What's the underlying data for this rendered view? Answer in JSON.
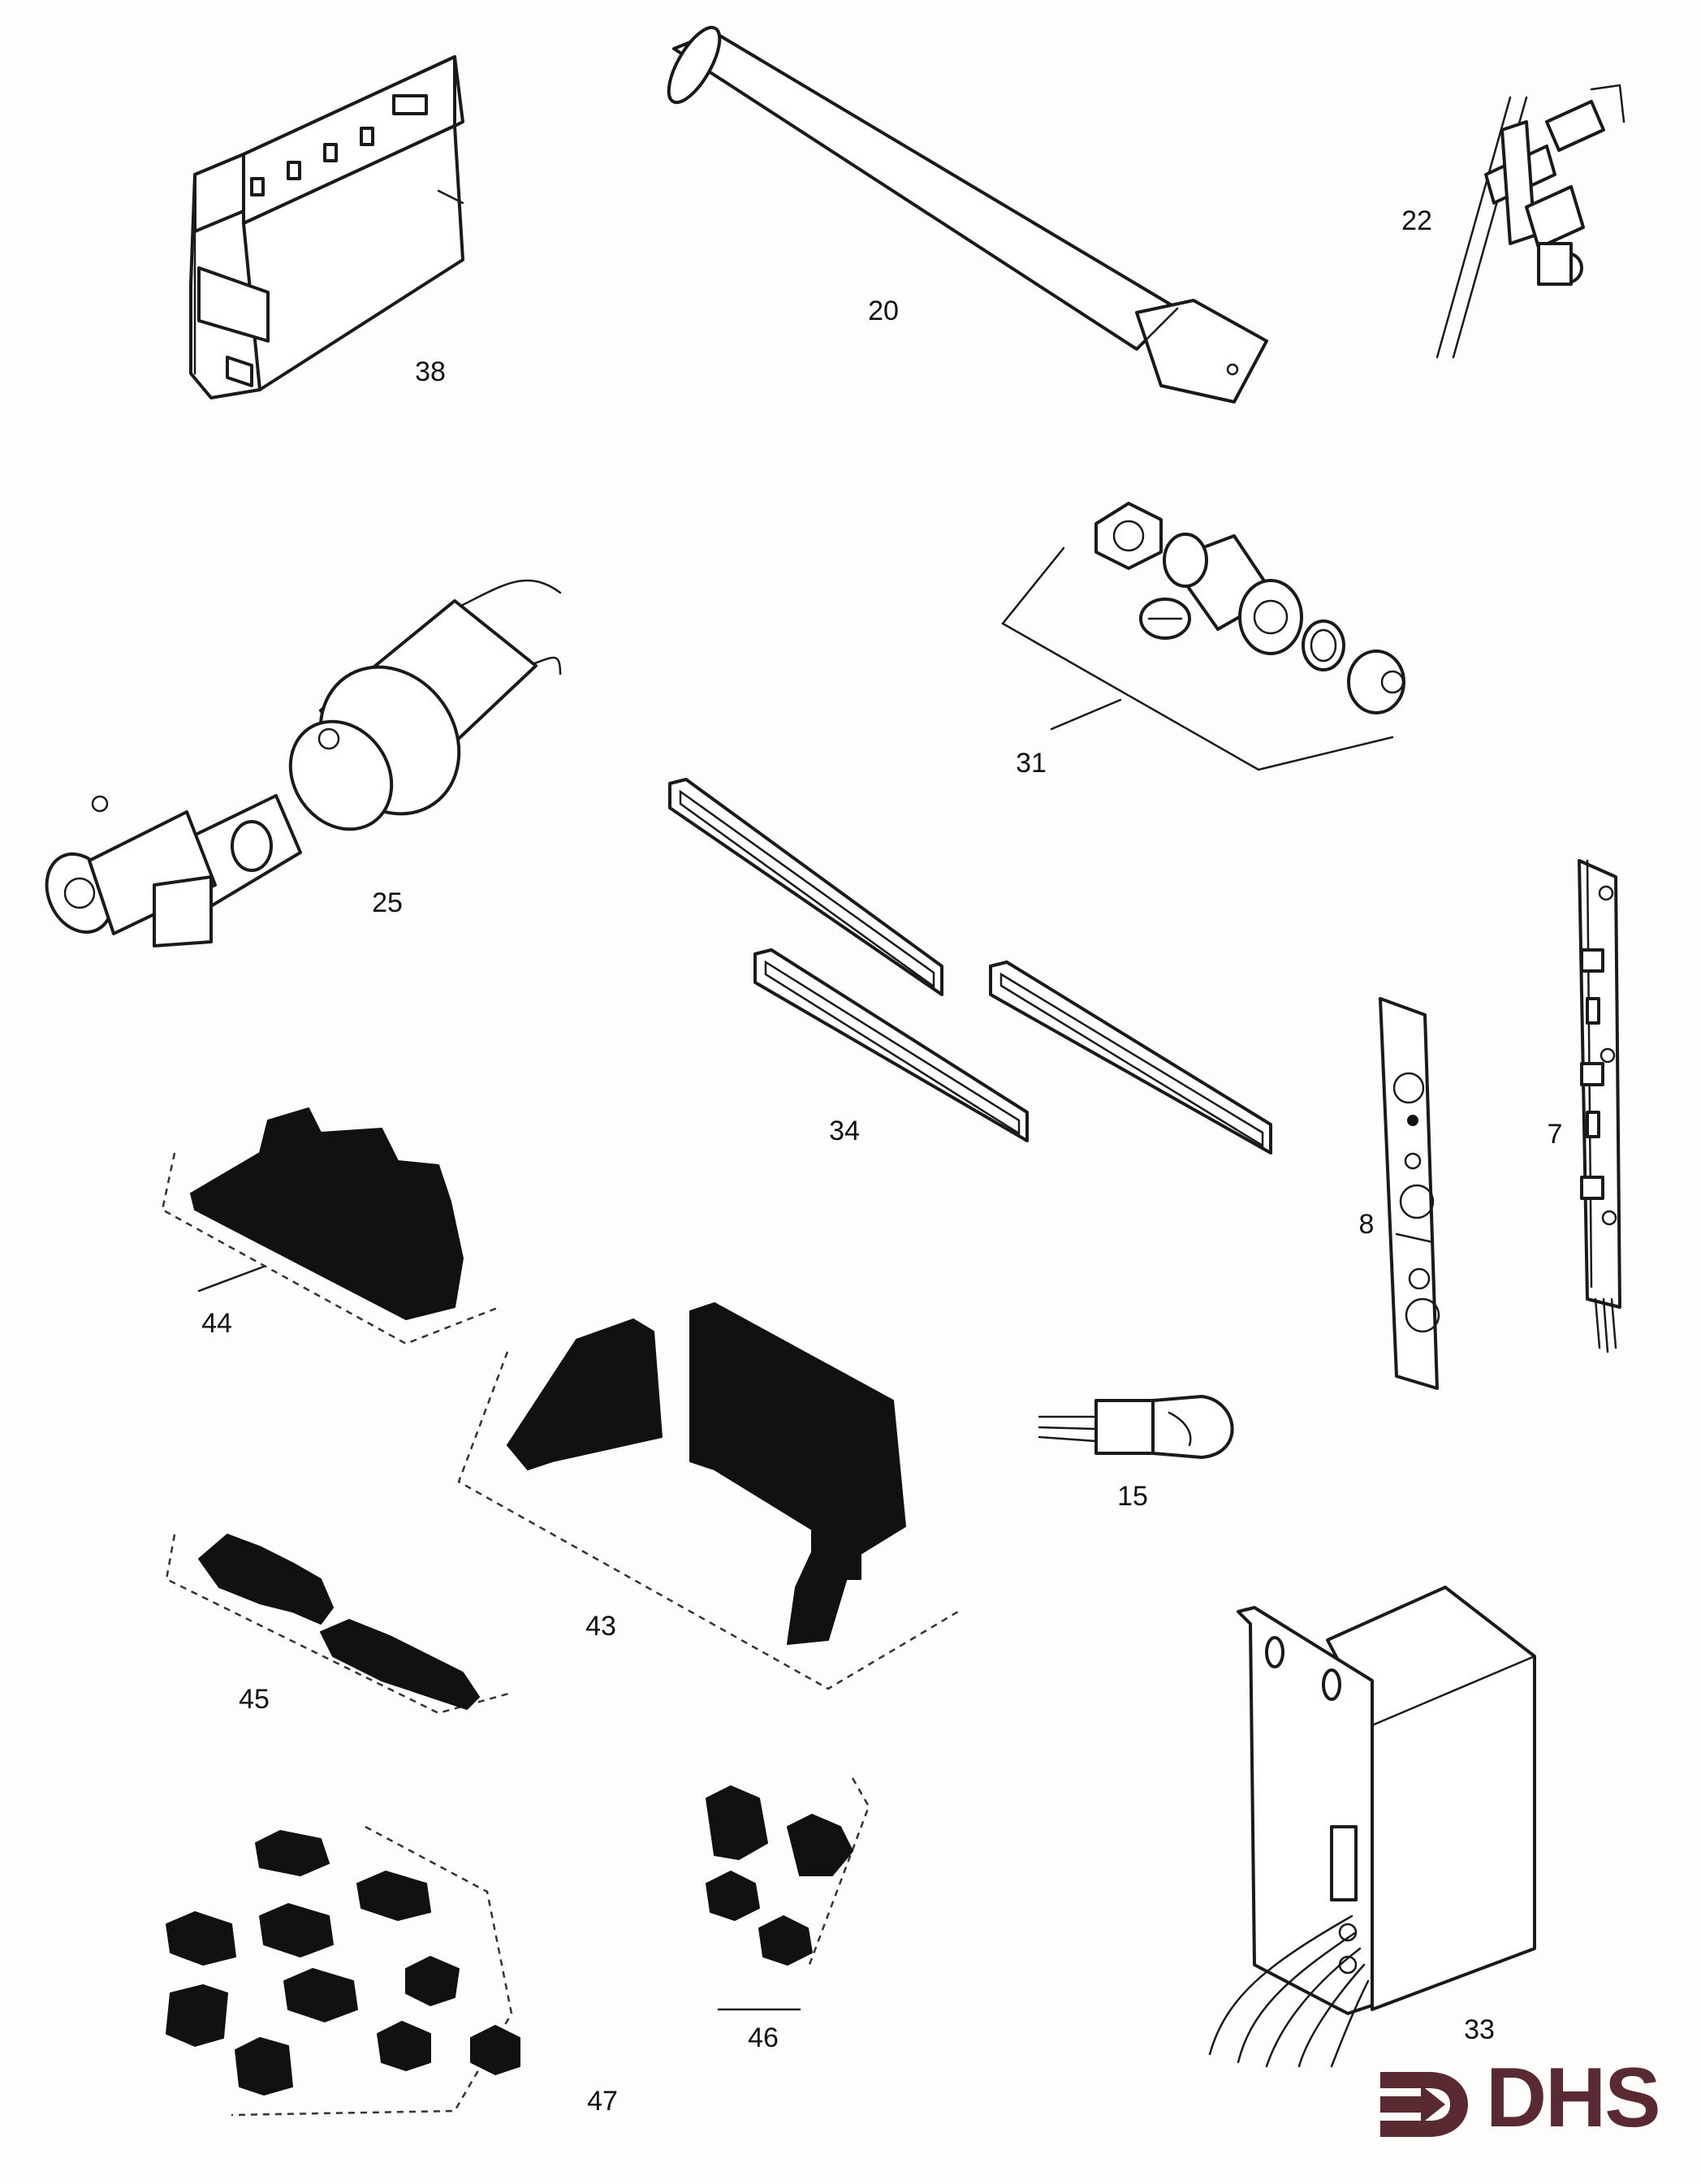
{
  "diagram": {
    "parts": [
      {
        "id": "38",
        "label": "38"
      },
      {
        "id": "20",
        "label": "20"
      },
      {
        "id": "22",
        "label": "22"
      },
      {
        "id": "25",
        "label": "25"
      },
      {
        "id": "31",
        "label": "31"
      },
      {
        "id": "34",
        "label": "34"
      },
      {
        "id": "7",
        "label": "7"
      },
      {
        "id": "8",
        "label": "8"
      },
      {
        "id": "44",
        "label": "44"
      },
      {
        "id": "43",
        "label": "43"
      },
      {
        "id": "15",
        "label": "15"
      },
      {
        "id": "45",
        "label": "45"
      },
      {
        "id": "33",
        "label": "33"
      },
      {
        "id": "46",
        "label": "46"
      },
      {
        "id": "47",
        "label": "47"
      }
    ]
  },
  "logo": {
    "text": "DHS",
    "color": "#5a2a33"
  },
  "colors": {
    "ink": "#1a1a1a",
    "paper": "#fdfdfb"
  }
}
